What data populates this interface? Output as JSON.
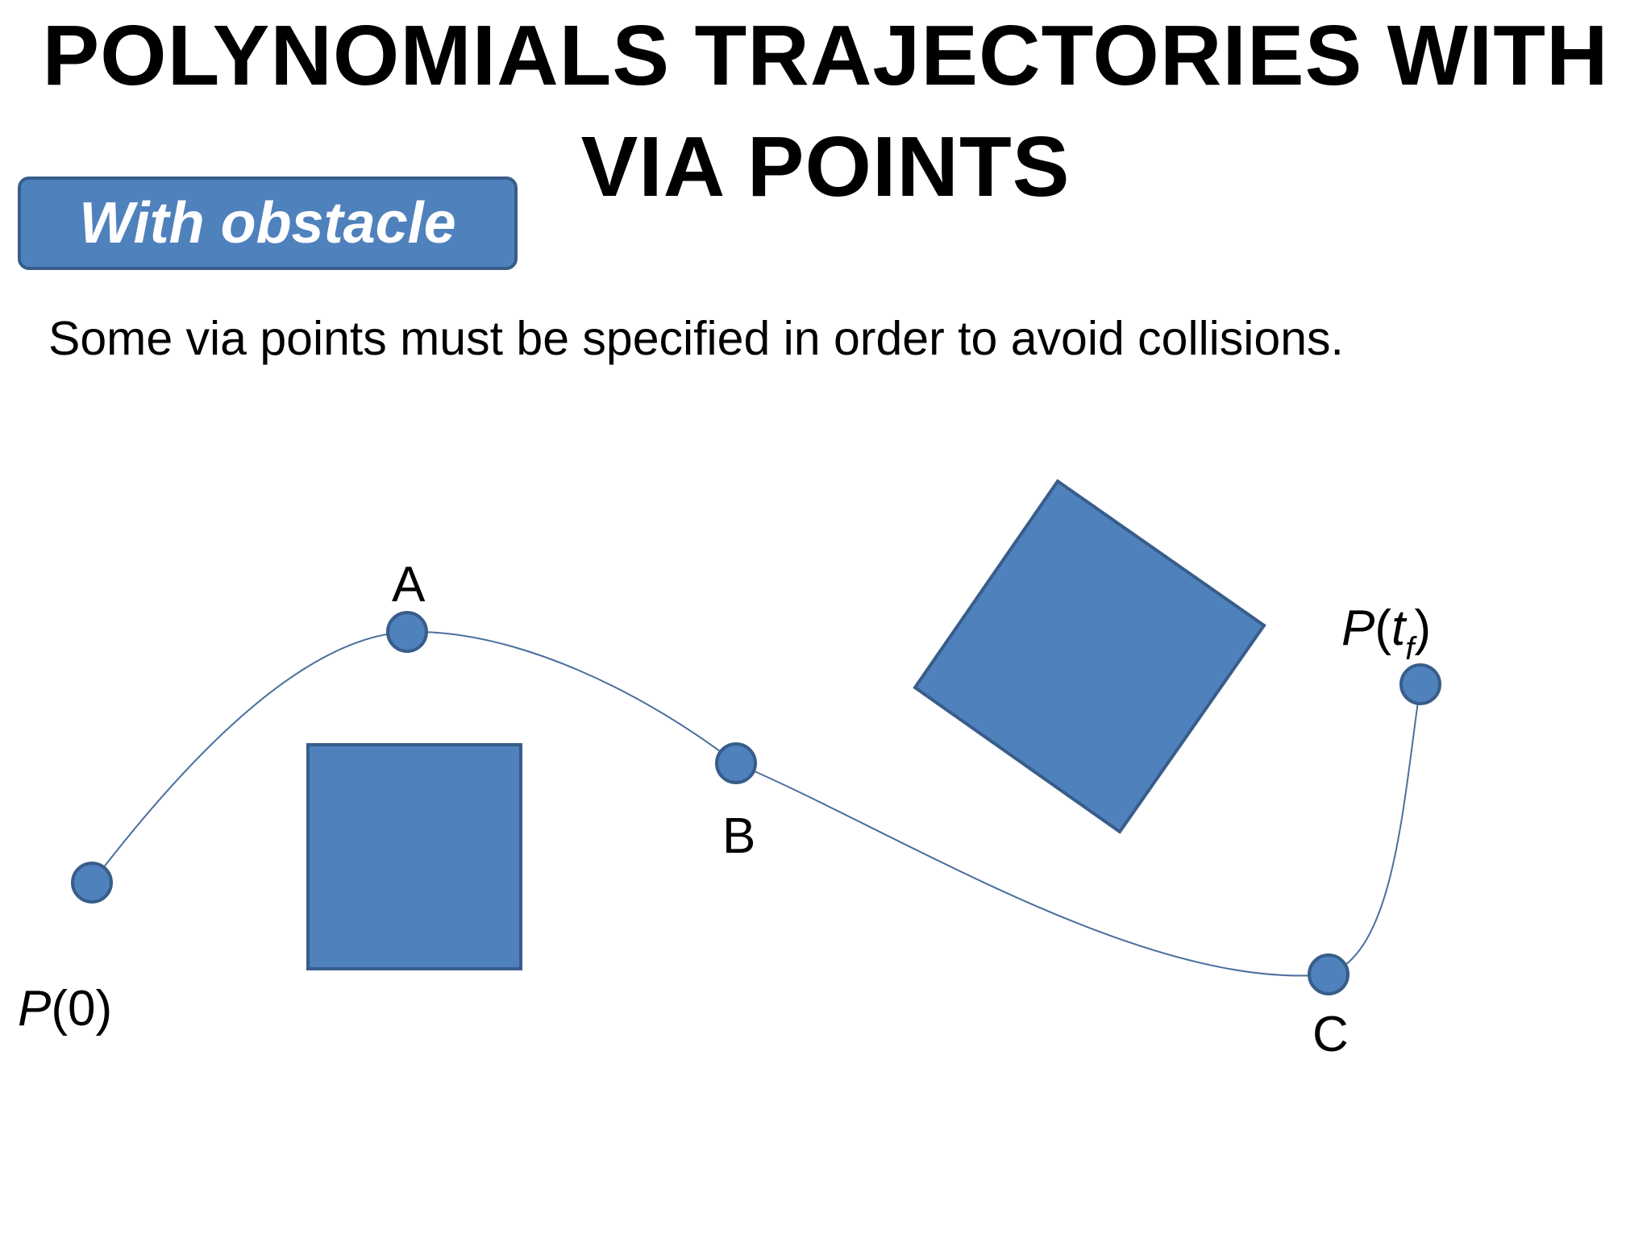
{
  "title": {
    "line1": "POLYNOMIALS TRAJECTORIES WITH",
    "line2": "VIA POINTS"
  },
  "badge": "With obstacle",
  "subtitle": "Some via points must be specified in order to avoid collisions.",
  "labels": {
    "start_p": "P",
    "start_arg": "(0)",
    "a": "A",
    "b": "B",
    "c": "C",
    "end_p": "P",
    "end_open": "(",
    "end_t": "t",
    "end_sub": "f",
    "end_close": ")"
  },
  "colors": {
    "shape_fill": "#4f81bd",
    "shape_stroke": "#385d8a",
    "curve": "#4a6f9e"
  }
}
